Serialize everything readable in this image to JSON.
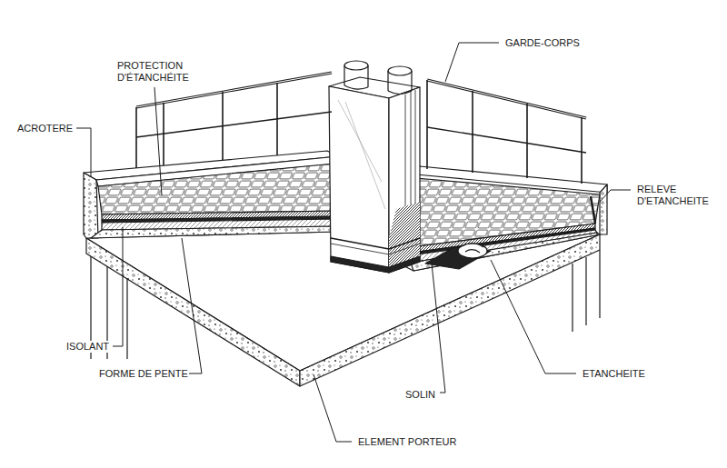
{
  "diagram": {
    "labels": [
      "GARDE-CORPS",
      "PROTECTION D'ÉTANCHÉITE",
      "ACROTERE",
      "RELEVE D'ETANCHEITE",
      "ISOLANT",
      "FORME DE PENTE",
      "ETANCHEITE",
      "SOLIN",
      "ELEMENT PORTEUR"
    ]
  }
}
